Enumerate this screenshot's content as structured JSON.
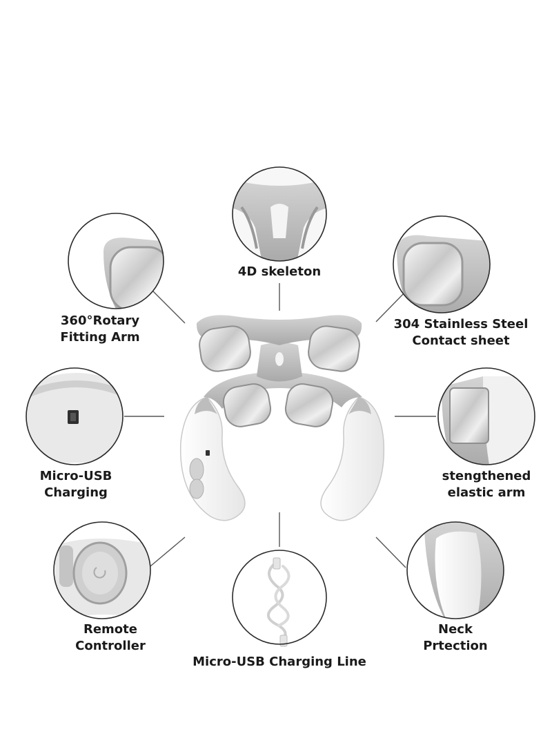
{
  "features": {
    "skeleton": {
      "line1": "4D skeleton"
    },
    "rotary_arm": {
      "line1": "360°Rotary",
      "line2": "Fitting Arm"
    },
    "steel_sheet": {
      "line1": "304 Stainless Steel",
      "line2": "Contact sheet"
    },
    "usb_charging": {
      "line1": "Micro-USB",
      "line2": "Charging"
    },
    "elastic_arm": {
      "line1": "stengthened",
      "line2": "elastic arm"
    },
    "remote": {
      "line1": "Remote",
      "line2": "Controller"
    },
    "charging_line": {
      "line1": "Micro-USB Charging Line"
    },
    "neck_protection": {
      "line1": "Neck",
      "line2": "Prtection"
    }
  },
  "colors": {
    "circle_stroke": "#2a2a2a",
    "connector": "#555555",
    "device_white": "#f4f4f4",
    "device_gray": "#bdbdbd",
    "steel": "#d9d9d9",
    "text": "#1a1a1a"
  }
}
